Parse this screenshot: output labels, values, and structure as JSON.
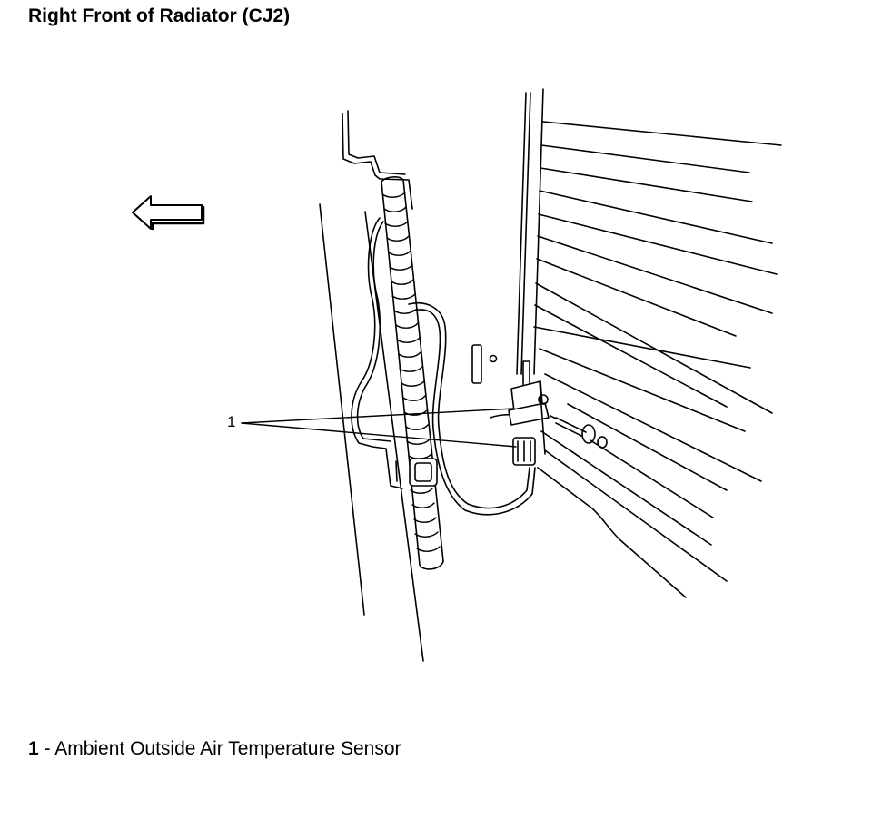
{
  "title": "Right Front of Radiator (CJ2)",
  "callout": {
    "number": "1"
  },
  "legend": {
    "number": "1",
    "separator": " - ",
    "text": "Ambient Outside Air Temperature Sensor"
  },
  "icons": {
    "direction_arrow": "left-arrow-icon"
  },
  "colors": {
    "line": "#000000",
    "background": "#ffffff"
  }
}
